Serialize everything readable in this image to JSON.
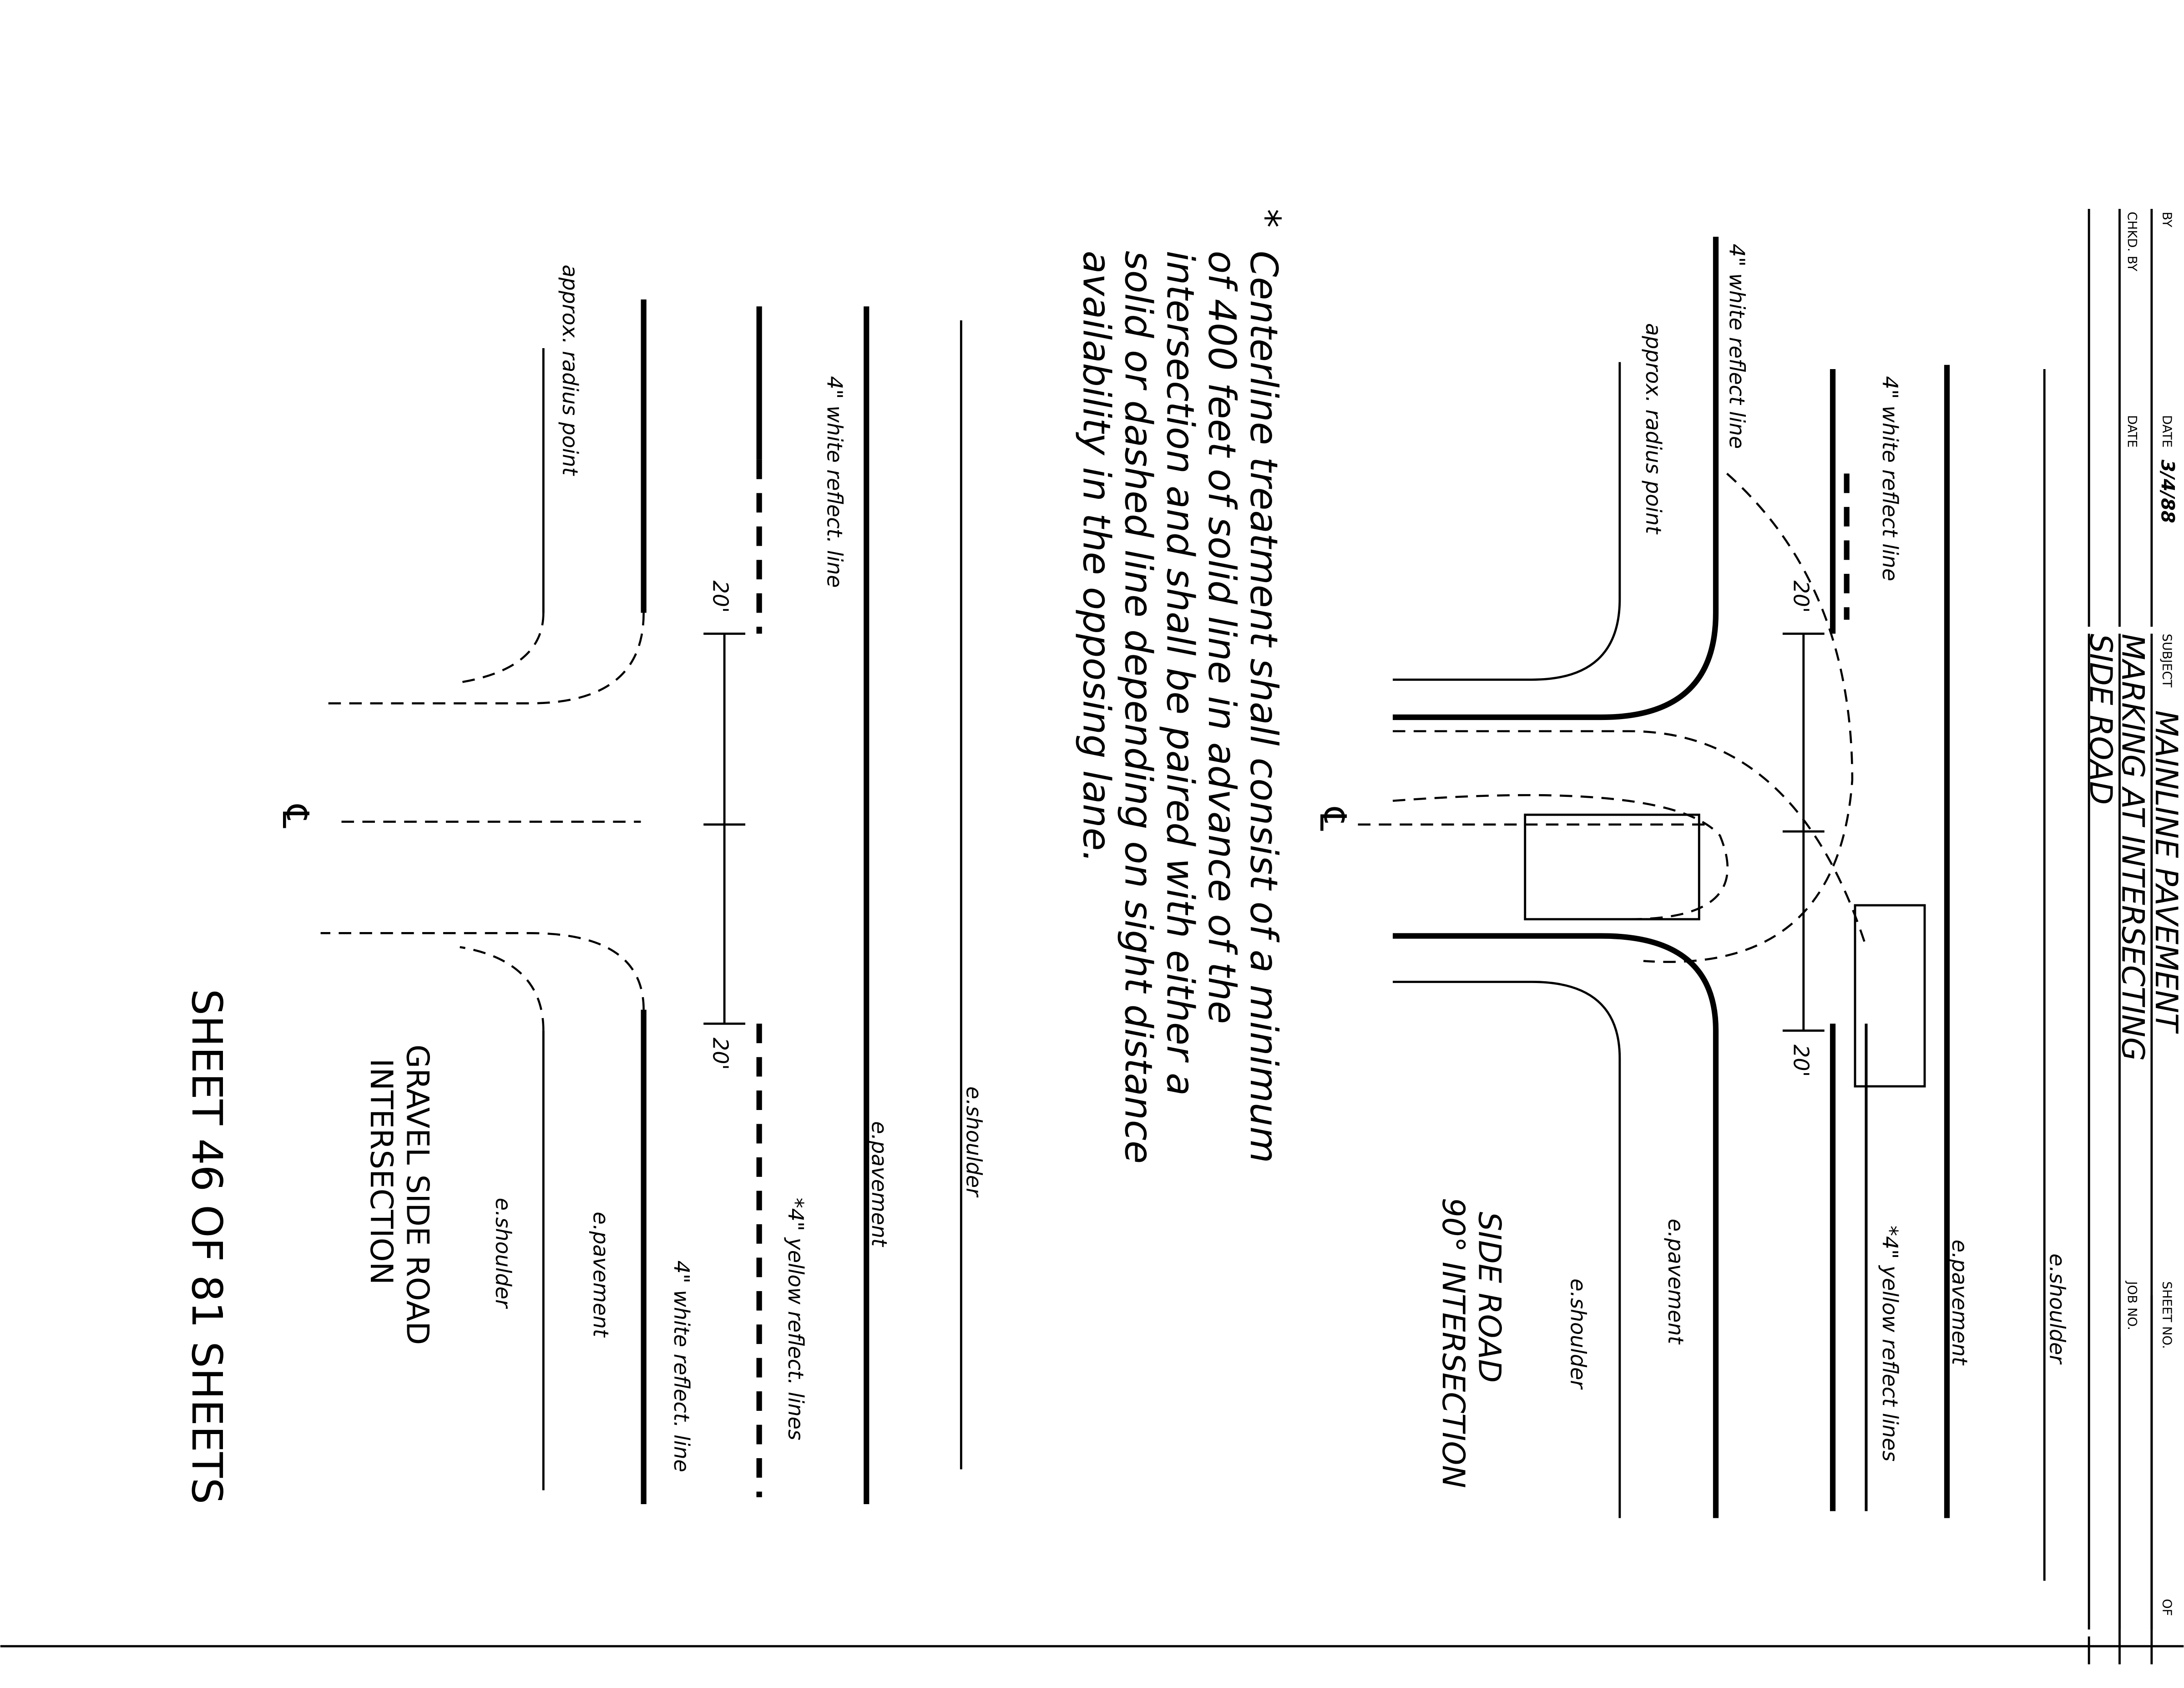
{
  "title_block": {
    "by_label": "BY",
    "date_label": "DATE",
    "date_value": "3/4/88",
    "chkd_label": "CHKD. BY",
    "date2_label": "DATE",
    "subject_label": "SUBJECT",
    "subject_line1": "MAINLINE PAVEMENT",
    "subject_line2": "MARKING AT INTERSECTING",
    "subject_line3": "SIDE ROAD",
    "sheet_no_label": "SHEET NO.",
    "of_label": "OF",
    "job_no_label": "JOB NO."
  },
  "diagram_90": {
    "e_shoulder": "e.shoulder",
    "e_pavement": "e.pavement",
    "white_line_top": "4\" white reflect line",
    "yellow_lines": "*4\" yellow reflect lines",
    "white_line_left": "4\" white reflect line",
    "radius_point": "approx. radius point",
    "centerline": "℄",
    "dim_top": "20'",
    "dim_bottom": "20'",
    "side_pavement": "e.pavement",
    "side_shoulder": "e.shoulder",
    "title_line1": "SIDE ROAD",
    "title_line2": "90° INTERSECTION"
  },
  "note": {
    "asterisk": "*",
    "lines": [
      "Centerline treatment shall consist of a minimum",
      "of 400 feet of solid line in advance of the",
      "intersection and shall be paired with either a",
      "solid or dashed line depending on sight distance",
      "availability in the opposing lane."
    ]
  },
  "diagram_gravel": {
    "e_shoulder": "e.shoulder",
    "e_pavement": "e.pavement",
    "white_line_top": "4\" white reflect. line",
    "yellow_lines": "*4\" yellow reflect. lines",
    "radius_point": "approx. radius point",
    "centerline": "℄",
    "dim_top": "20'",
    "dim_bottom": "20'",
    "white_line_bottom": "4\" white reflect. line",
    "side_pavement": "e.pavement",
    "side_shoulder": "e.shoulder",
    "title_line1": "GRAVEL SIDE ROAD",
    "title_line2": "INTERSECTION"
  },
  "footer": {
    "sheet_text": "SHEET 46 OF 81 SHEETS"
  }
}
